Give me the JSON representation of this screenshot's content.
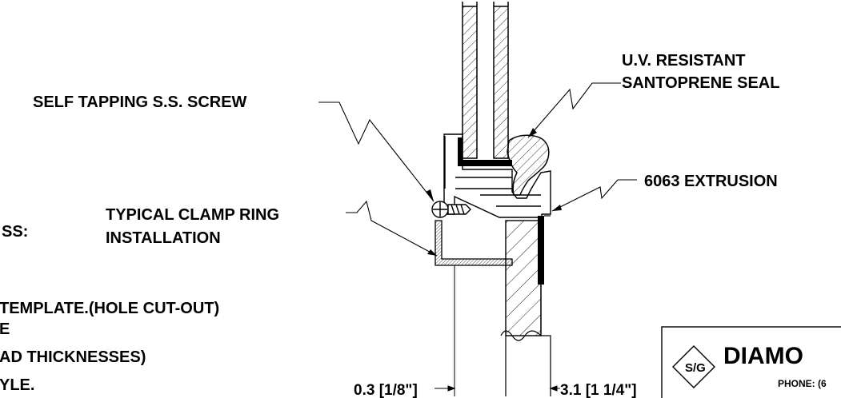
{
  "labels": {
    "screw": "SELF TAPPING S.S. SCREW",
    "seal_line1": "U.V. RESISTANT",
    "seal_line2": "SANTOPRENE SEAL",
    "extrusion": "6063 EXTRUSION",
    "clamp_line1": "TYPICAL CLAMP RING",
    "clamp_line2": "INSTALLATION"
  },
  "left_notes": {
    "line1": "SS:",
    "line2": "TEMPLATE.(HOLE CUT-OUT)",
    "line3": "E",
    "line4": "AD THICKNESSES)",
    "line5": "YLE."
  },
  "dimensions": {
    "left": "0.3 [1/8\"]",
    "right": "3.1 [1 1/4\"]"
  },
  "title_block": {
    "logo": "S/G",
    "company": "DIAMO",
    "phone": "PHONE: (6"
  }
}
